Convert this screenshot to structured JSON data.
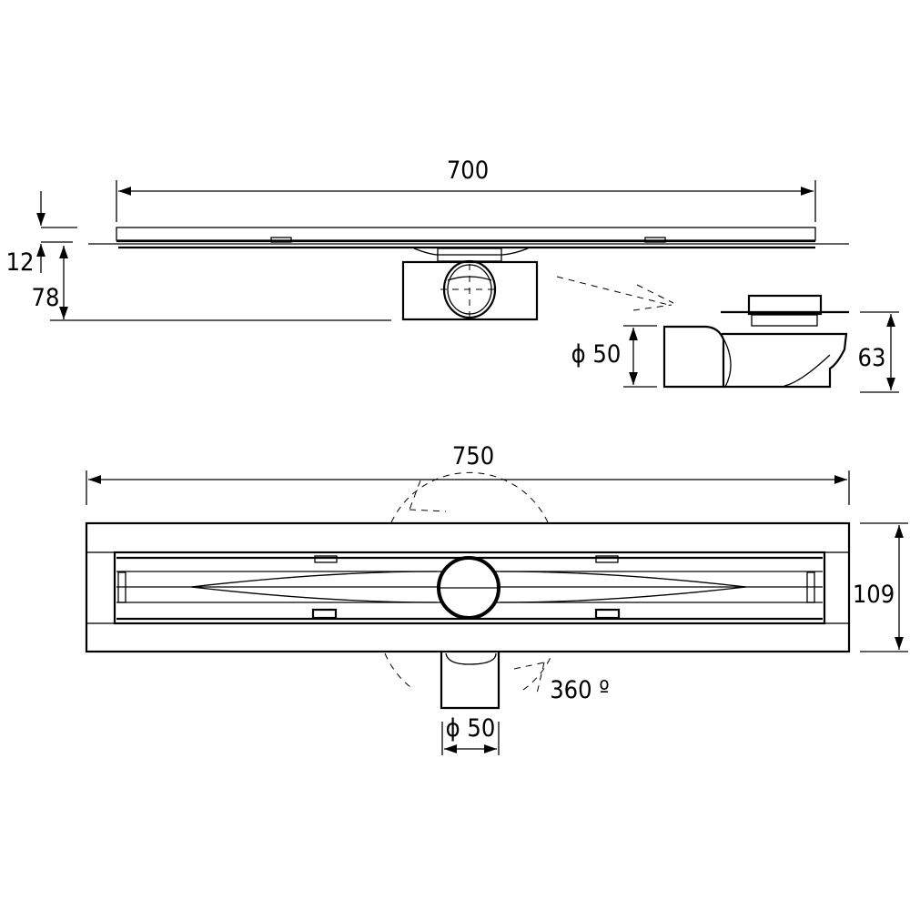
{
  "side_view": {
    "length_label": "700",
    "grate_height_label": "12",
    "body_height_label": "78"
  },
  "trap_detail": {
    "outlet_diameter_label": "ϕ 50",
    "height_label": "63"
  },
  "top_view": {
    "length_label": "750",
    "width_label": "109",
    "rotation_label": "360 º",
    "outlet_diameter_label": "ϕ 50"
  },
  "colors": {
    "line": "#000000",
    "background": "#ffffff"
  }
}
